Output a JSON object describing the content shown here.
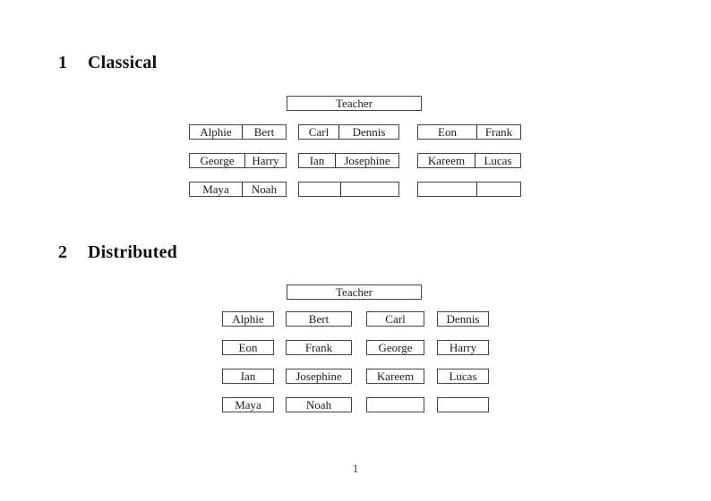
{
  "page": {
    "page_number": "1",
    "ink_color": "#1c1c1c",
    "rule_color": "#454545",
    "background": "#ffffff"
  },
  "sections": [
    {
      "number": "1",
      "title": "Classical"
    },
    {
      "number": "2",
      "title": "Distributed"
    }
  ],
  "classical": {
    "teacher_label": "Teacher",
    "desks": [
      {
        "left": "Alphie",
        "right": "Bert"
      },
      {
        "left": "Carl",
        "right": "Dennis"
      },
      {
        "left": "Eon",
        "right": "Frank"
      },
      {
        "left": "George",
        "right": "Harry"
      },
      {
        "left": "Ian",
        "right": "Josephine"
      },
      {
        "left": "Kareem",
        "right": "Lucas"
      },
      {
        "left": "Maya",
        "right": "Noah"
      },
      {
        "left": "",
        "right": ""
      },
      {
        "left": "",
        "right": ""
      }
    ]
  },
  "distributed": {
    "teacher_label": "Teacher",
    "seats": [
      "Alphie",
      "Bert",
      "Carl",
      "Dennis",
      "Eon",
      "Frank",
      "George",
      "Harry",
      "Ian",
      "Josephine",
      "Kareem",
      "Lucas",
      "Maya",
      "Noah",
      "",
      ""
    ]
  }
}
